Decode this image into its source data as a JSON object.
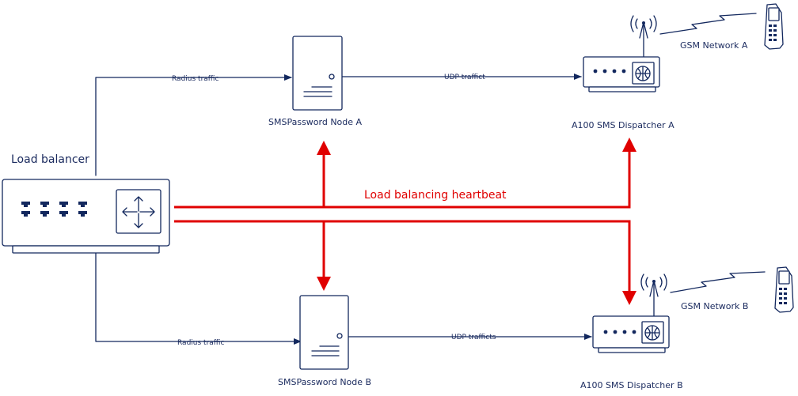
{
  "labels": {
    "load_balancer": "Load balancer",
    "node_a": "SMSPassword Node A",
    "node_b": "SMSPassword Node B",
    "dispatcher_a": "A100 SMS Dispatcher A",
    "dispatcher_b": "A100 SMS Dispatcher B",
    "gsm_a": "GSM Network A",
    "gsm_b": "GSM Network B",
    "heartbeat": "Load balancing heartbeat",
    "radius_a": "Radius traffic",
    "radius_b": "Radius traffic",
    "udp_a": "UDP traffict",
    "udp_b": "UDP trafficts"
  },
  "colors": {
    "navy": "#13285e",
    "heartbeat": "#e00000"
  },
  "icons": {
    "load_balancer": "router-switch-icon",
    "server": "server-tower-icon",
    "dispatcher": "gsm-modem-icon",
    "phone": "mobile-phone-icon"
  }
}
